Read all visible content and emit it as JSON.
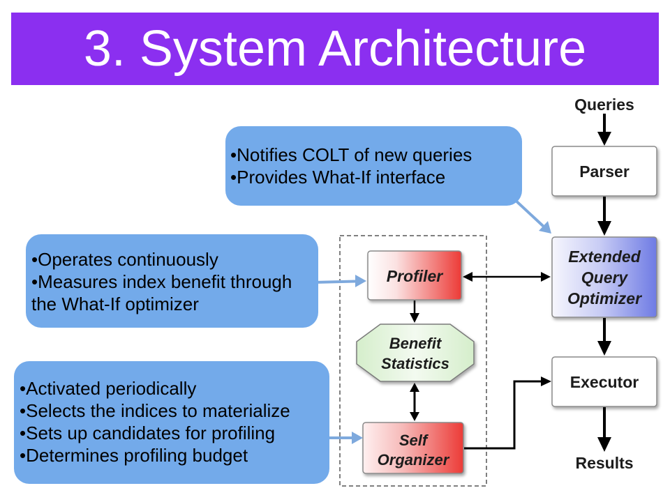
{
  "slide": {
    "title": "3. System Architecture"
  },
  "callouts": {
    "query_notifications": {
      "bullets": [
        "Notifies COLT of new queries",
        "Provides What-If interface"
      ]
    },
    "profiler_notes": {
      "bullets": [
        "Operates continuously",
        "Measures index benefit through the What-If optimizer"
      ]
    },
    "organizer_notes": {
      "bullets": [
        "Activated periodically",
        "Selects the indices to materialize",
        "Sets up candidates for profiling",
        "Determines profiling budget"
      ]
    }
  },
  "diagram": {
    "input_label": "Queries",
    "parser": "Parser",
    "optimizer": [
      "Extended",
      "Query",
      "Optimizer"
    ],
    "executor": "Executor",
    "output_label": "Results",
    "profiler": "Profiler",
    "benefit_statistics": [
      "Benefit",
      "Statistics"
    ],
    "self_organizer": [
      "Self",
      "Organizer"
    ]
  },
  "colors": {
    "title_bar": "#8b2ff0",
    "title_text": "#ffffff",
    "callout_fill": "#73aaea",
    "callout_arrow": "#7ea9dd",
    "arrow": "#000000",
    "profiler_red": "#ec3b37",
    "optimizer_blue": "#6e7be4",
    "statistics_green": "#d5eecb"
  }
}
